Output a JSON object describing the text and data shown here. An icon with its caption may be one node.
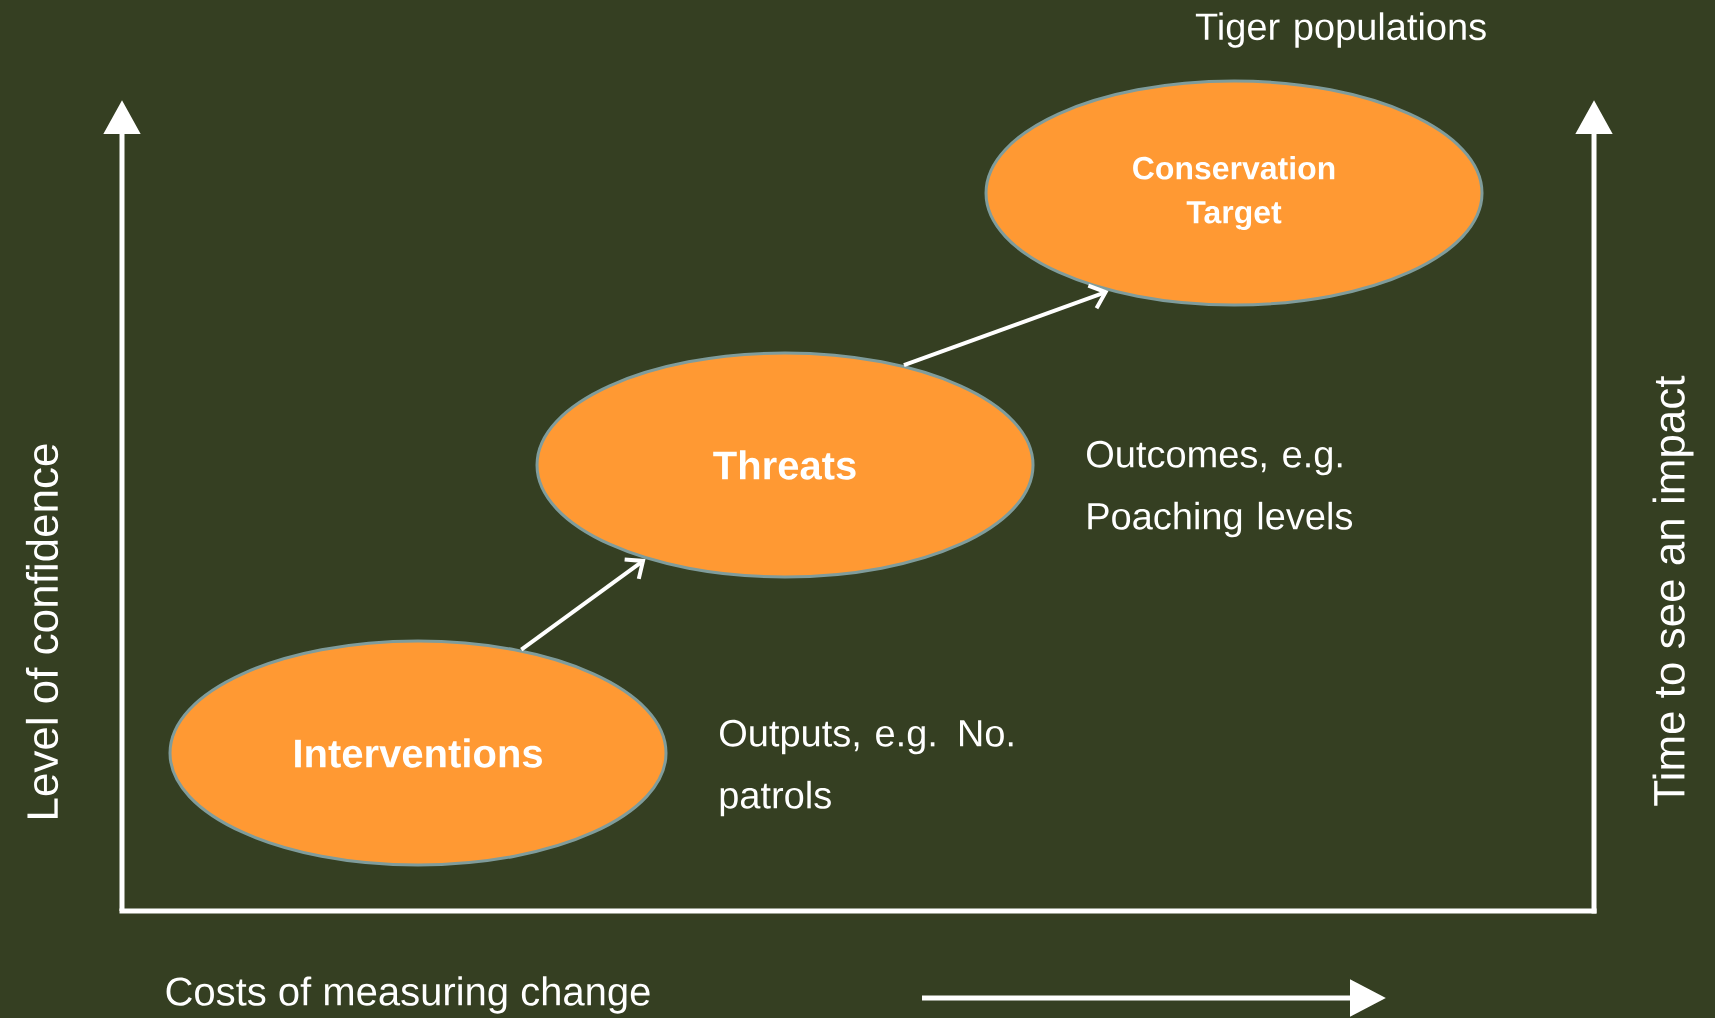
{
  "diagram": {
    "nodes": [
      {
        "text": [
          "Interventions"
        ],
        "beside": [
          "Outputs, e.g. No. patrols"
        ]
      },
      {
        "text": [
          "Threats"
        ],
        "beside": [
          "Outcomes, e.g. Poaching levels"
        ]
      },
      {
        "text": [
          "Conservation Target"
        ],
        "beside": [
          "Tiger  populations"
        ]
      }
    ],
    "edges": [
      {
        "from": 0,
        "to": 1,
        "arrow": "to"
      },
      {
        "from": 1,
        "to": 2,
        "arrow": "to"
      }
    ],
    "labels": [
      "Level of confidence",
      "Time to see an impact",
      "Costs of measuring change"
    ]
  }
}
